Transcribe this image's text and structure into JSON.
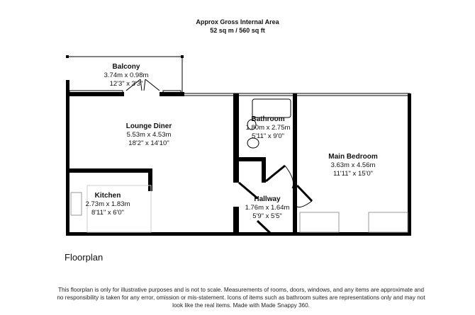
{
  "header": {
    "title": "Approx Gross Internal Area",
    "area": "52 sq m / 560 sq ft"
  },
  "rooms": [
    {
      "name": "Balcony",
      "metric": "3.74m x 0.98m",
      "imperial": "12'3\" x 3'3\""
    },
    {
      "name": "Lounge Diner",
      "metric": "5.53m x 4.53m",
      "imperial": "18'2\" x 14'10\""
    },
    {
      "name": "Bathroom",
      "metric": "1.80m x 2.75m",
      "imperial": "5'11\" x 9'0\""
    },
    {
      "name": "Main Bedroom",
      "metric": "3.63m x 4.56m",
      "imperial": "11'11\" x 15'0\""
    },
    {
      "name": "Kitchen",
      "metric": "2.73m x 1.83m",
      "imperial": "8'11\" x 6'0\""
    },
    {
      "name": "Hallway",
      "metric": "1.76m x 1.64m",
      "imperial": "5'9\" x 5'5\""
    }
  ],
  "caption": "Floorplan",
  "disclaimer": "This floorplan is only for illustrative purposes and is not to scale. Measurements of rooms, doors, windows, and any items are approximate and no responsibility is taken for any error, omission or mis-statement. Icons of items such as bathroom suites are representations only and may not look like the real items. Made with Made Snappy 360."
}
